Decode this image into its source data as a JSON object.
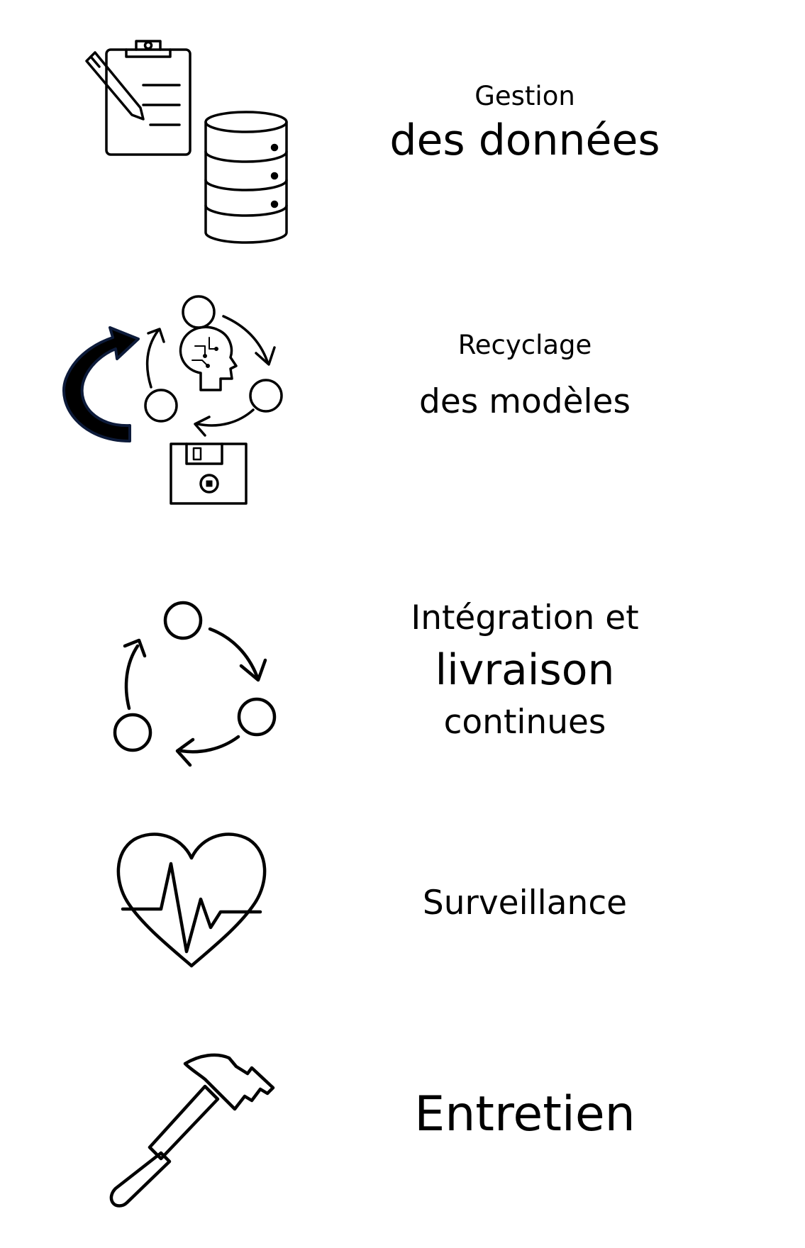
{
  "steps": [
    {
      "icon": "clipboard-database-icon",
      "lines": [
        "Gestion",
        "des données"
      ]
    },
    {
      "icon": "model-retraining-cycle-icon",
      "lines": [
        "Recyclage",
        "des modèles"
      ]
    },
    {
      "icon": "cycle-arrows-icon",
      "lines": [
        "Intégration et",
        "livraison",
        "continues"
      ]
    },
    {
      "icon": "heart-pulse-icon",
      "lines": [
        "Surveillance"
      ]
    },
    {
      "icon": "hammer-icon",
      "lines": [
        "Entretien"
      ]
    }
  ],
  "colors": {
    "ink": "#000000",
    "accent_arrow": "#0d1b3a"
  }
}
